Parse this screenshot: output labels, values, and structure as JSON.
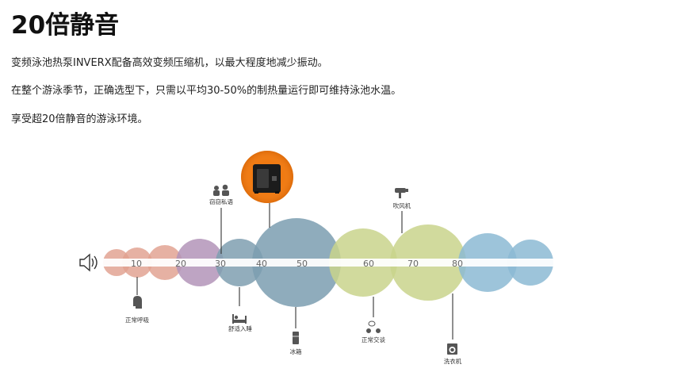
{
  "heading": "20倍静音",
  "paragraphs": [
    "变频泳池热泵INVERX配备高效变频压缩机，以最大程度地减少振动。",
    "在整个游泳季节，正确选型下，只需以平均30-50%的制热量运行即可维持泳池水温。",
    "享受超20倍静音的游泳环境。"
  ],
  "scale": {
    "unit_icon": "speaker-icon",
    "ticks": [
      "10",
      "20",
      "30",
      "40",
      "50",
      "60",
      "70",
      "80"
    ],
    "circles": [
      {
        "color": "#e0a08f"
      },
      {
        "color": "#e0a08f"
      },
      {
        "color": "#e0a08f"
      },
      {
        "color": "#b394b8"
      },
      {
        "color": "#7f9fb0"
      },
      {
        "color": "#7b9eb0"
      },
      {
        "color": "#c9d48c"
      },
      {
        "color": "#c9d48c"
      },
      {
        "color": "#8cbad3"
      },
      {
        "color": "#8cbad3"
      }
    ],
    "labels": {
      "breath": "正常呼吸",
      "whisper": "窃窃私语",
      "sleep": "舒适入睡",
      "fridge": "冰箱",
      "talk": "正常交谈",
      "dryer": "吹风机",
      "washer": "洗衣机"
    },
    "product_color": "#f07a12"
  }
}
